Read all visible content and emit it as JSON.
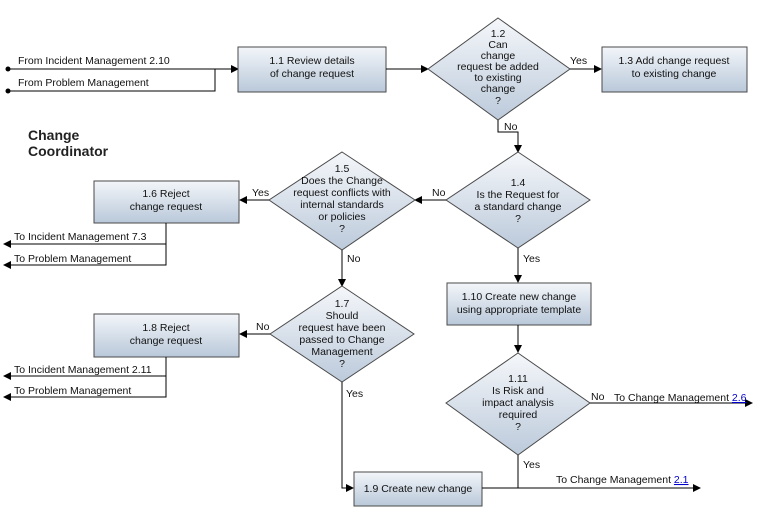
{
  "role": {
    "line1": "Change",
    "line2": "Coordinator"
  },
  "inputs": {
    "incident": "From Incident Management 2.10",
    "problem": "From Problem Management"
  },
  "steps": {
    "s1_1": [
      "1.1 Review details",
      "of change request"
    ],
    "s1_2": [
      "1.2",
      "Can",
      "change",
      "request be added",
      "to existing",
      "change",
      "?"
    ],
    "s1_3": [
      "1.3 Add change request",
      "to existing change"
    ],
    "s1_4": [
      "1.4",
      "Is the Request for",
      "a standard change",
      "?"
    ],
    "s1_5": [
      "1.5",
      "Does the Change",
      "request conflicts with",
      "internal standards",
      "or policies",
      "?"
    ],
    "s1_6": [
      "1.6 Reject",
      "change request"
    ],
    "s1_7": [
      "1.7",
      "Should",
      "request have been",
      "passed to Change",
      "Management",
      "?"
    ],
    "s1_8": [
      "1.8 Reject",
      "change request"
    ],
    "s1_9": [
      "1.9 Create new change"
    ],
    "s1_10": [
      "1.10 Create new change",
      "using appropriate template"
    ],
    "s1_11": [
      "1.11",
      "Is Risk and",
      "impact analysis",
      "required",
      "?"
    ]
  },
  "labels": {
    "yes": "Yes",
    "no": "No"
  },
  "outputs": {
    "incident_7_3": "To Incident Management 7.3",
    "problem_a": "To Problem Management",
    "incident_2_11": "To Incident Management 2.11",
    "problem_b": "To Problem Management",
    "change_mgmt_a_text": "To Change Management ",
    "change_mgmt_a_link": "2.6",
    "change_mgmt_b_text": "To Change Management ",
    "change_mgmt_b_link": "2.1"
  }
}
